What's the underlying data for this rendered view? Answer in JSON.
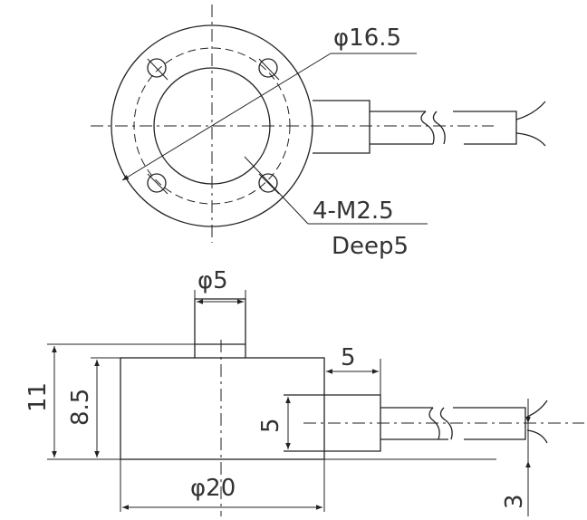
{
  "top_view": {
    "diameter_label": "φ16.5",
    "thread_label": "4-M2.5",
    "depth_label": "Deep5"
  },
  "side_view": {
    "button_diameter_label": "φ5",
    "total_height_label": "11",
    "body_height_label": "8.5",
    "connector_height_label": "5",
    "connector_length_label": "5",
    "body_diameter_label": "φ20",
    "cable_offset_label": "3"
  },
  "colors": {
    "line": "#222222",
    "text": "#333333"
  }
}
